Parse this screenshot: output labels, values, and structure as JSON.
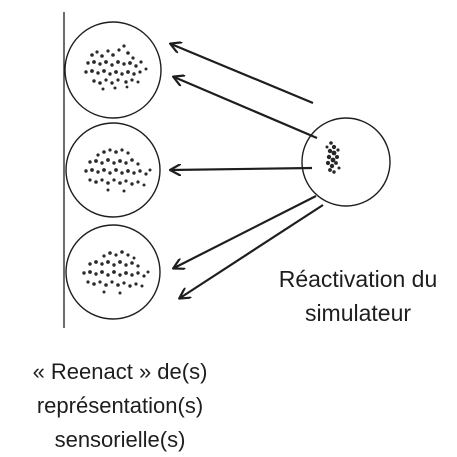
{
  "simulator_label": {
    "line1": "Réactivation du",
    "line2": "simulateur"
  },
  "reenact_label": {
    "line1": "« Reenact » de(s)",
    "line2": "représentation(s)",
    "line3": "sensorielle(s)"
  },
  "colors": {
    "stroke": "#1e1e1e",
    "background": "#ffffff"
  }
}
